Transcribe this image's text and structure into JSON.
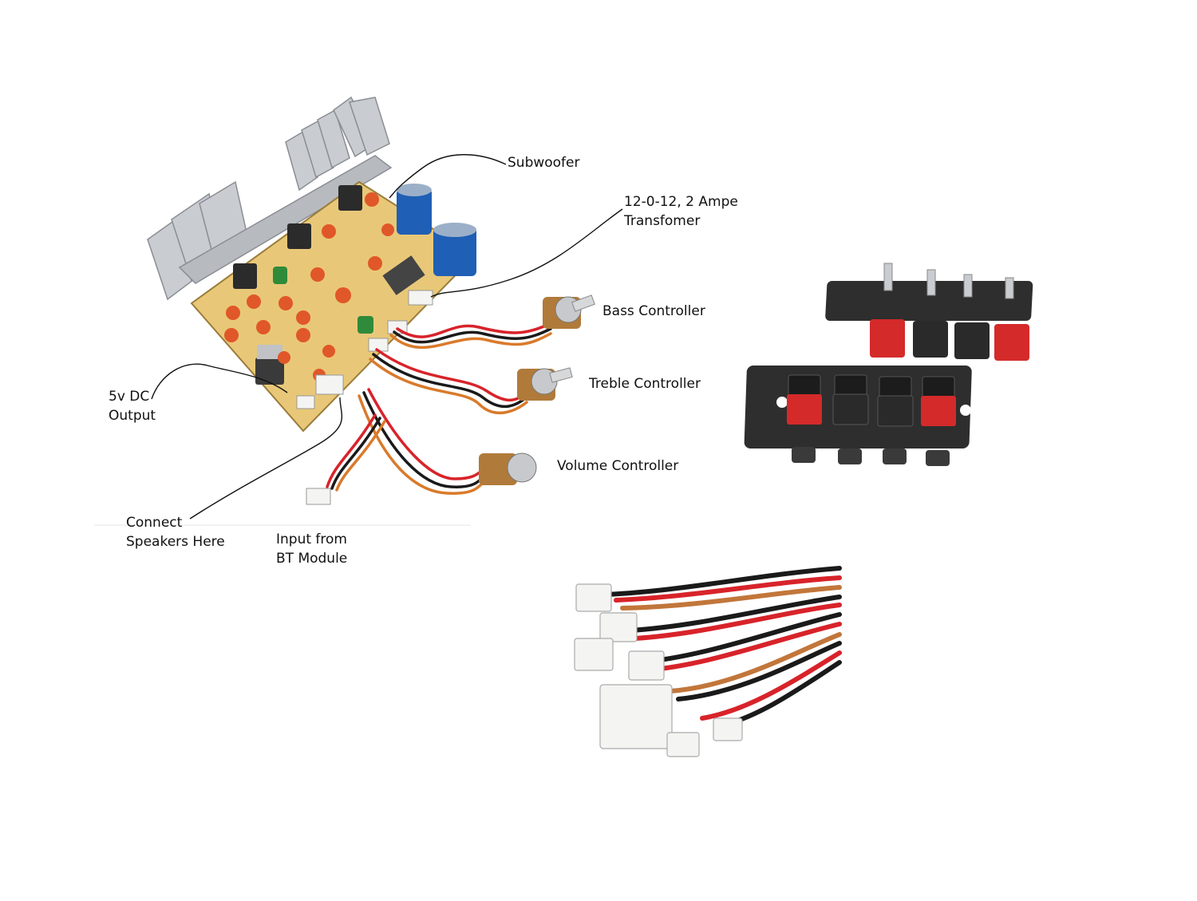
{
  "labels": {
    "subwoofer": "Subwoofer",
    "transformer": [
      "12-0-12, 2 Ampe",
      "Transfomer"
    ],
    "bass": "Bass Controller",
    "treble": "Treble Controller",
    "volume": "Volume Controller",
    "dc_output": [
      "5v DC",
      "Output"
    ],
    "speakers": [
      "Connect",
      "Speakers Here"
    ],
    "bt_input": [
      "Input from",
      "BT Module"
    ]
  },
  "colors": {
    "pcb": "#e8c878",
    "heatsink": "#c9ccd0",
    "capacitor_blue": "#1f5fb5",
    "wire_red": "#d8232a",
    "wire_black": "#1a1a1a",
    "wire_orange": "#d97a2b",
    "terminal_red": "#d42a2a",
    "terminal_black": "#2a2a2a",
    "connector_white": "#f4f4f2"
  }
}
